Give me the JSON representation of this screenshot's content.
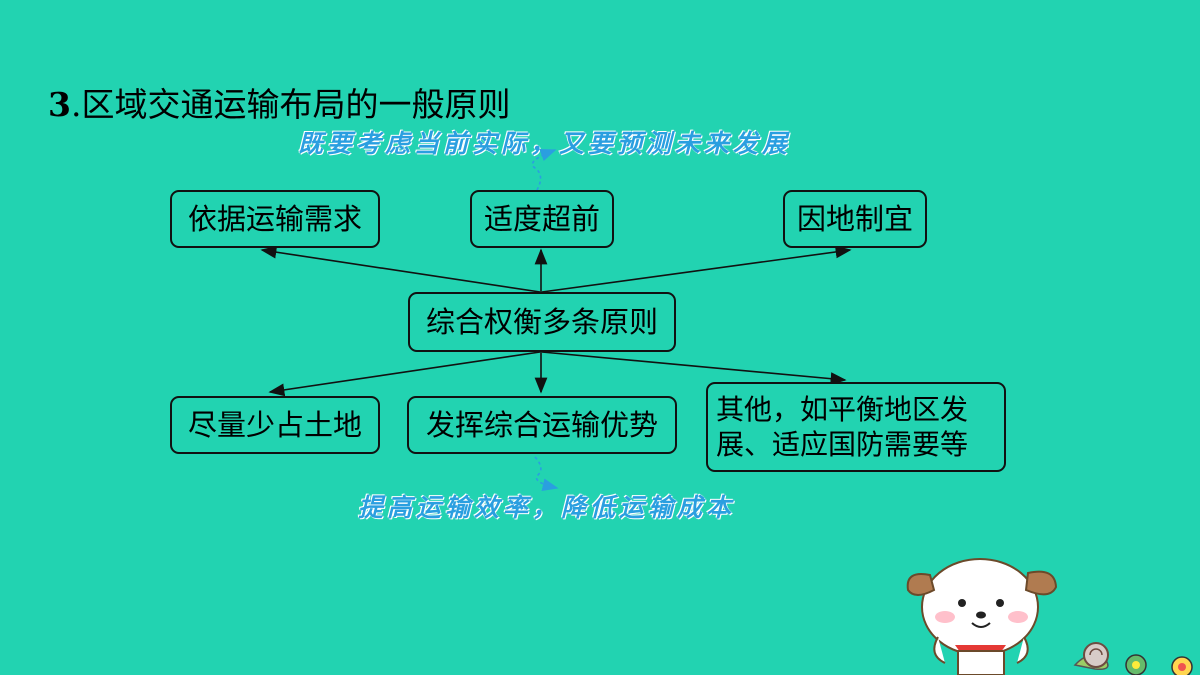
{
  "title": {
    "number": "3",
    "text": ".区域交通运输布局的一般原则"
  },
  "center": "综合权衡多条原则",
  "top_nodes": [
    "依据运输需求",
    "适度超前",
    "因地制宜"
  ],
  "bottom_nodes": [
    "尽量少占土地",
    "发挥综合运输优势",
    "其他，如平衡地区发展、适应国防需要等"
  ],
  "notes": {
    "top": "既要考虑当前实际，又要预测未来发展",
    "bottom": "提高运输效率，降低运输成本"
  },
  "colors": {
    "background": "#22d3b1",
    "note": "#2a9fe0"
  }
}
